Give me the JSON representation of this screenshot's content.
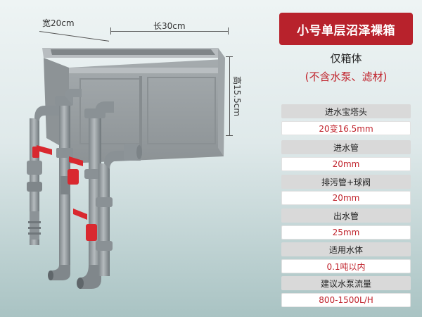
{
  "dimensions": {
    "width_label": "宽20cm",
    "length_label": "长30cm",
    "height_label": "高15.5cm"
  },
  "panel": {
    "title": "小号单层沼泽裸箱",
    "subtitle": "仅箱体",
    "note": "(不含水泵、滤材)",
    "specs": [
      {
        "label": "进水宝塔头",
        "value": "20变16.5mm"
      },
      {
        "label": "进水管",
        "value": "20mm"
      },
      {
        "label": "排污管+球阀",
        "value": "20mm"
      },
      {
        "label": "出水管",
        "value": "25mm"
      },
      {
        "label": "适用水体",
        "value": "0.1吨以内"
      },
      {
        "label": "建议水泵流量",
        "value": "800-1500L/H"
      }
    ]
  },
  "colors": {
    "accent": "#b8222c",
    "value_text": "#c0232c",
    "box_gray": "#9aa0a3",
    "valve_red": "#d9282f"
  }
}
